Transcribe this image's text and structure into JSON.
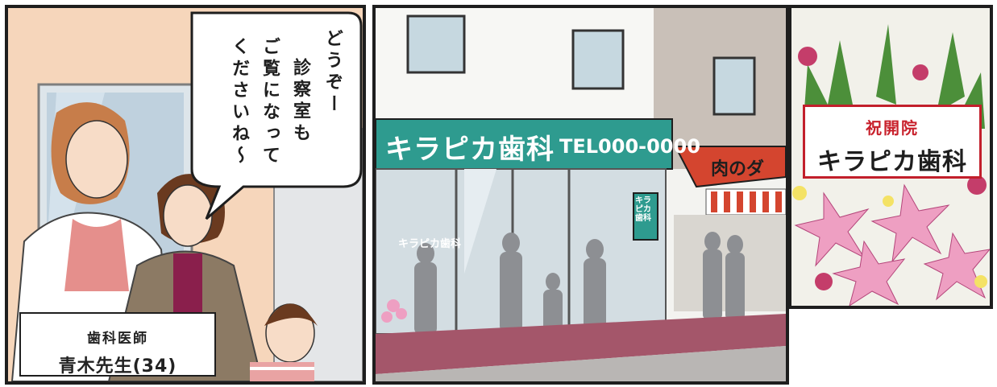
{
  "panel1": {
    "speech": [
      "どうぞー",
      "診察室も",
      "ご覧になって",
      "くださいね～"
    ],
    "caption_role": "歯科医師",
    "caption_name": "青木先生(34)"
  },
  "panel2": {
    "sign_name": "キラピカ歯科",
    "sign_tel": "TEL000-0000",
    "window_text": "キラピカ歯科",
    "vertical_sign": "キラピカ歯科",
    "shop_awning": "肉のダ"
  },
  "panel3": {
    "flag_top": "祝開院",
    "flag_main": "キラピカ歯科"
  },
  "colors": {
    "sign_teal": "#2e9b8f",
    "awning_red": "#d4452f",
    "flag_red": "#c21f2b",
    "sidewalk": "#a4566a",
    "lily_pink": "#ee9fc2"
  }
}
